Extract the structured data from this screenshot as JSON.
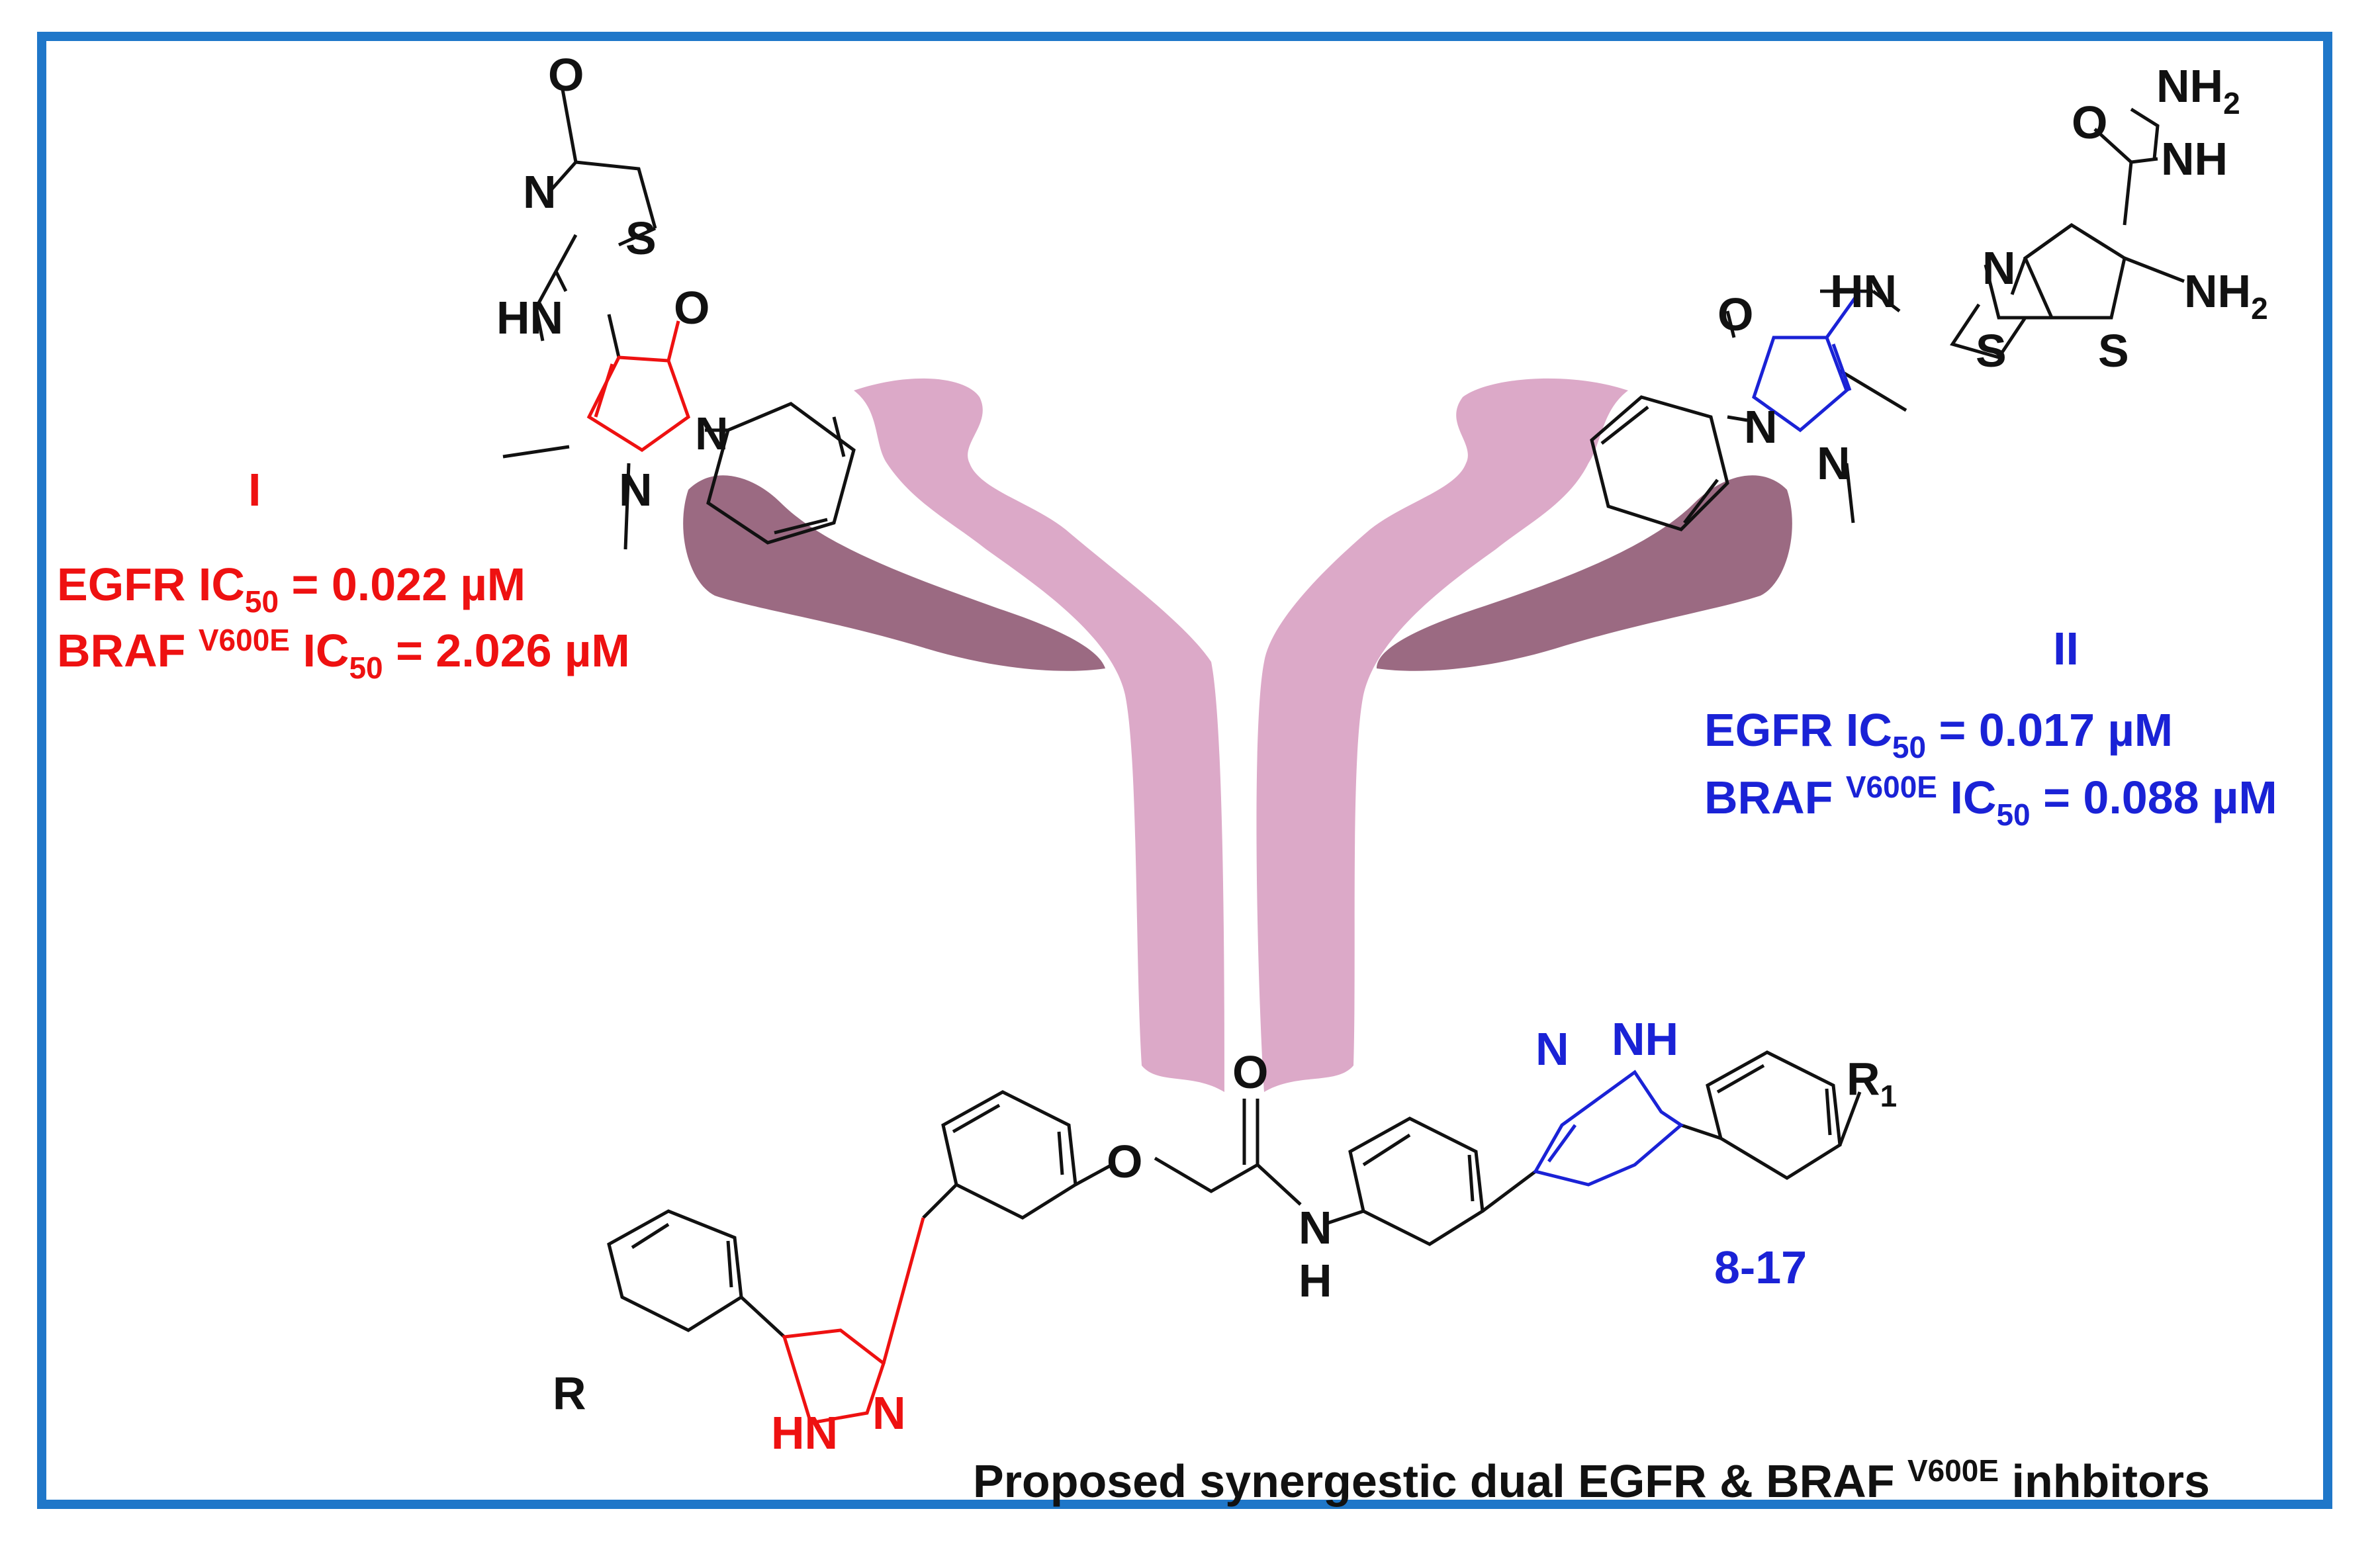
{
  "compound_I": {
    "label": "I",
    "egfr_prefix": "EGFR IC",
    "egfr_sub": "50",
    "egfr_value": " = 0.022  µM",
    "braf_prefix": "BRAF ",
    "braf_sup": "V600E",
    "braf_mid": "  IC",
    "braf_sub": "50",
    "braf_value": " = 2.026 µM",
    "color": "#ee1111"
  },
  "compound_II": {
    "label": "II",
    "egfr_prefix": "EGFR IC",
    "egfr_sub": "50",
    "egfr_value": " = 0.017  µM",
    "braf_prefix": "BRAF ",
    "braf_sup": "V600E",
    "braf_mid": "  IC",
    "braf_sub": "50",
    "braf_value": " = 0.088  µM",
    "color": "#1a22d6"
  },
  "proposed": {
    "series_label": "8-17",
    "caption_main": "Proposed synergestic dual EGFR & BRAF ",
    "caption_sup": "V600E",
    "caption_end": " inhbitors"
  },
  "atoms_I": {
    "o_top": "O",
    "n_thiazole": "N",
    "s_thiazole": "S",
    "hn": "HN",
    "o_pyrazolone": "O",
    "n1": "N",
    "n2": "N"
  },
  "atoms_II": {
    "nh2_top": "NH",
    "nh2_top_sub": "2",
    "o_hydrazide": "O",
    "nh_hydrazide": "NH",
    "n_thiazole": "N",
    "hn": "HN",
    "o_pyrazolone": "O",
    "nh2_right": "NH",
    "nh2_right_sub": "2",
    "s_thiazole": "S",
    "s_thiophene": "S",
    "n1": "N",
    "n2": "N"
  },
  "atoms_8_17": {
    "n_top": "N",
    "nh_top": "NH",
    "r1": "R",
    "r1_sub": "1",
    "o_amide": "O",
    "nh_amide_n": "N",
    "nh_amide_h": "H",
    "o_ether": "O",
    "r": "R",
    "hn_bottom": "HN",
    "n_bottom": "N"
  },
  "colors": {
    "frame": "#1f77c9",
    "receptor_light": "#dca9c8",
    "receptor_dark": "#9b6a82",
    "bond_black": "#111111",
    "bond_red": "#ee1111",
    "bond_blue": "#1a22d6"
  },
  "icons": [
    "receptor-tyrosine-kinase-icon"
  ]
}
